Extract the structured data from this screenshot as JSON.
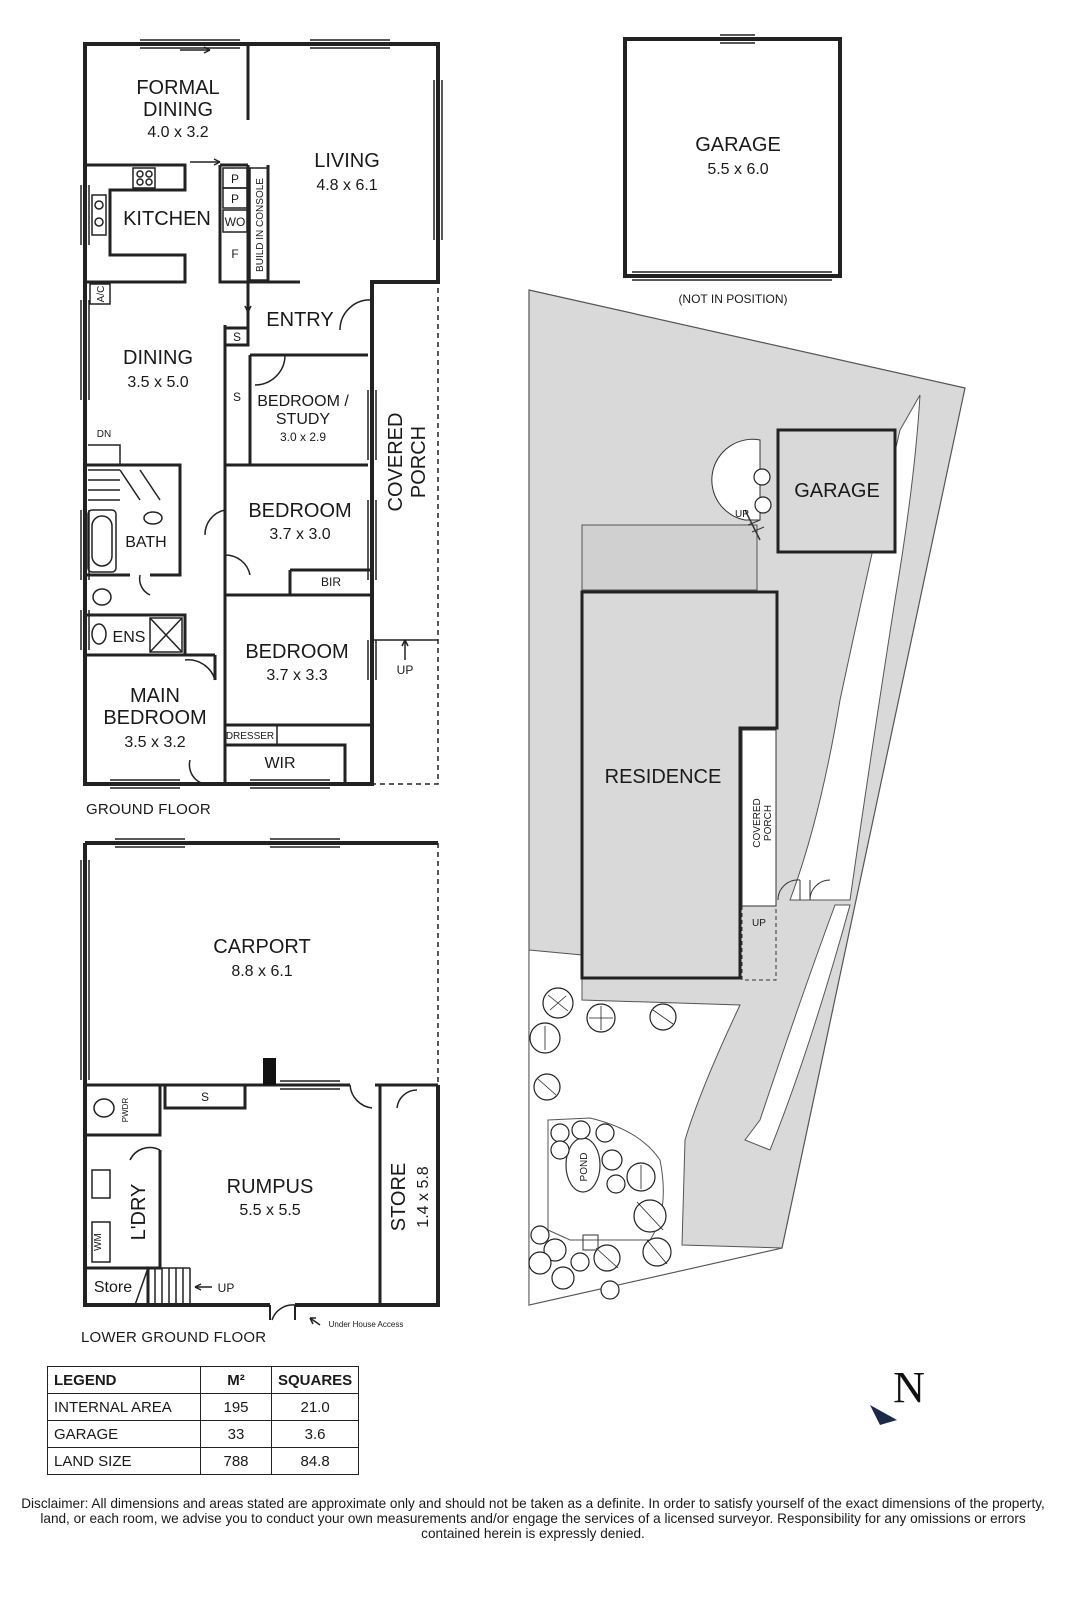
{
  "ground_floor": {
    "title": "GROUND FLOOR",
    "formal_dining": {
      "name_1": "FORMAL",
      "name_2": "DINING",
      "size": "4.0 x 3.2"
    },
    "living": {
      "name": "LIVING",
      "size": "4.8 x 6.1"
    },
    "kitchen": {
      "name": "KITCHEN"
    },
    "pantry_1": "P",
    "pantry_2": "P",
    "wall_oven": "WO",
    "fridge": "F",
    "console": "BUILD IN CONSOLE",
    "ac": "A/C",
    "entry": "ENTRY",
    "dining": {
      "name": "DINING",
      "size": "3.5 x 5.0"
    },
    "storage_small": "S",
    "storage_tall": "S",
    "bedroom_study": {
      "name_1": "BEDROOM /",
      "name_2": "STUDY",
      "size": "3.0 x 2.9"
    },
    "covered_porch": {
      "name_1": "COVERED",
      "name_2": "PORCH"
    },
    "stairs_down": "DN",
    "bedroom_1": {
      "name": "BEDROOM",
      "size": "3.7 x 3.0"
    },
    "bath": "BATH",
    "bir": "BIR",
    "ens": "ENS",
    "bedroom_2": {
      "name": "BEDROOM",
      "size": "3.7 x 3.3"
    },
    "up": "UP",
    "main_bedroom": {
      "name_1": "MAIN",
      "name_2": "BEDROOM",
      "size": "3.5 x 3.2"
    },
    "dresser": "DRESSER",
    "wir": "WIR"
  },
  "garage_plan": {
    "name": "GARAGE",
    "size": "5.5 x 6.0",
    "note": "(NOT IN POSITION)"
  },
  "lower_floor": {
    "title": "LOWER GROUND FLOOR",
    "carport": {
      "name": "CARPORT",
      "size": "8.8 x 6.1"
    },
    "storage": "S",
    "pwdr": "PWDR",
    "rumpus": {
      "name": "RUMPUS",
      "size": "5.5 x 5.5"
    },
    "store_room": {
      "name": "STORE",
      "size": "1.4 x 5.8"
    },
    "laundry": "L'DRY",
    "wm": "WM",
    "store_small": "Store",
    "up": "UP",
    "access_note": "Under House Access"
  },
  "site_plan": {
    "garage": "GARAGE",
    "up_1": "UP",
    "residence": "RESIDENCE",
    "covered_porch_1": "COVERED",
    "covered_porch_2": "PORCH",
    "up_2": "UP",
    "pond": "POND",
    "north": "N"
  },
  "legend": {
    "headers": [
      "LEGEND",
      "M²",
      "SQUARES"
    ],
    "rows": [
      {
        "label": "INTERNAL AREA",
        "m2": "195",
        "squares": "21.0"
      },
      {
        "label": "GARAGE",
        "m2": "33",
        "squares": "3.6"
      },
      {
        "label": "LAND SIZE",
        "m2": "788",
        "squares": "84.8"
      }
    ]
  },
  "disclaimer": "Disclaimer: All dimensions and areas stated are approximate only and should not be taken as a definite. In order to satisfy yourself of the exact dimensions of the property, land, or each room, we advise you to conduct your own measurements and/or engage the services of a licensed surveyor. Responsibility for any omissions or errors contained herein is expressly denied."
}
